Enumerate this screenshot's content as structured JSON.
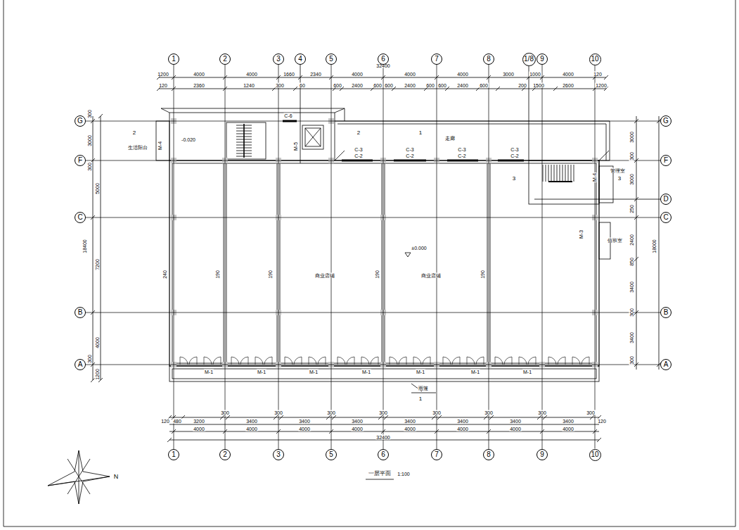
{
  "diagram": {
    "title": "一层平面",
    "nodes": [
      {
        "text": [
          "1"
        ]
      },
      {
        "text": [
          "2"
        ]
      },
      {
        "text": [
          "3"
        ]
      },
      {
        "text": [
          "4"
        ]
      },
      {
        "text": [
          "5"
        ]
      },
      {
        "text": [
          "6"
        ]
      },
      {
        "text": [
          "7"
        ]
      },
      {
        "text": [
          "8"
        ]
      },
      {
        "text": [
          "1/8"
        ]
      },
      {
        "text": [
          "9"
        ]
      },
      {
        "text": [
          "10"
        ]
      },
      {
        "text": [
          "1"
        ]
      },
      {
        "text": [
          "2"
        ]
      },
      {
        "text": [
          "3"
        ]
      },
      {
        "text": [
          "5"
        ]
      },
      {
        "text": [
          "6"
        ]
      },
      {
        "text": [
          "7"
        ]
      },
      {
        "text": [
          "8"
        ]
      },
      {
        "text": [
          "9"
        ]
      },
      {
        "text": [
          "10"
        ]
      },
      {
        "text": [
          "G"
        ]
      },
      {
        "text": [
          "F"
        ]
      },
      {
        "text": [
          "C"
        ]
      },
      {
        "text": [
          "B"
        ]
      },
      {
        "text": [
          "A"
        ]
      },
      {
        "text": [
          "G"
        ]
      },
      {
        "text": [
          "F"
        ]
      },
      {
        "text": [
          "D"
        ]
      },
      {
        "text": [
          "C"
        ]
      },
      {
        "text": [
          "B"
        ]
      },
      {
        "text": [
          "A"
        ]
      }
    ],
    "edges": [
      {
        "from": 0,
        "to": 11,
        "arrow": "none"
      },
      {
        "from": 1,
        "to": 12,
        "arrow": "none"
      },
      {
        "from": 2,
        "to": 13,
        "arrow": "none"
      },
      {
        "from": 4,
        "to": 14,
        "arrow": "none"
      },
      {
        "from": 5,
        "to": 15,
        "arrow": "none"
      },
      {
        "from": 6,
        "to": 16,
        "arrow": "none"
      },
      {
        "from": 7,
        "to": 17,
        "arrow": "none"
      },
      {
        "from": 9,
        "to": 18,
        "arrow": "none"
      },
      {
        "from": 10,
        "to": 19,
        "arrow": "none"
      },
      {
        "from": 20,
        "to": 25,
        "arrow": "none"
      },
      {
        "from": 21,
        "to": 26,
        "arrow": "none"
      },
      {
        "from": 22,
        "to": 28,
        "arrow": "none"
      },
      {
        "from": 23,
        "to": 29,
        "arrow": "none"
      },
      {
        "from": 24,
        "to": 30,
        "arrow": "none"
      }
    ],
    "labels": [
      "1200",
      "4000",
      "4000",
      "1660",
      "2340",
      "4000",
      "4000",
      "4000",
      "3000",
      "1000",
      "4000",
      "120",
      "32400",
      "120",
      "2360",
      "1240",
      "300",
      "60",
      "600",
      "2400",
      "600",
      "600",
      "2400",
      "600",
      "600",
      "2400",
      "600",
      "200",
      "1500",
      "2600",
      "1200",
      "300",
      "3000",
      "300",
      "5000",
      "7200",
      "4000",
      "300",
      "1200",
      "18400",
      "3000",
      "300",
      "3000",
      "250",
      "2400",
      "850",
      "3400",
      "300",
      "3400",
      "300",
      "18000",
      "120",
      "480",
      "3200",
      "300",
      "3400",
      "300",
      "3400",
      "300",
      "3400",
      "300",
      "3400",
      "300",
      "3400",
      "300",
      "3400",
      "300",
      "3400",
      "300",
      "120",
      "4000",
      "4000",
      "4000",
      "4000",
      "4000",
      "4000",
      "4000",
      "4000",
      "32400",
      "2",
      "生活阳台",
      "M-4",
      "-0.020",
      "C-6",
      "M-5",
      "2",
      "1",
      "走廊",
      "C-3",
      "C-2",
      "C-3",
      "C-2",
      "C-3",
      "C-2",
      "C-3",
      "C-2",
      "3",
      "3",
      "M-4",
      "管理室",
      "M-3",
      "值班室",
      "±0.000",
      "商业店铺",
      "商业店铺",
      "240",
      "190",
      "190",
      "190",
      "190",
      "M-1",
      "M-1",
      "M-1",
      "M-1",
      "M-1",
      "M-1",
      "M-1",
      "雨篷",
      "1",
      "1:100",
      "N"
    ]
  }
}
